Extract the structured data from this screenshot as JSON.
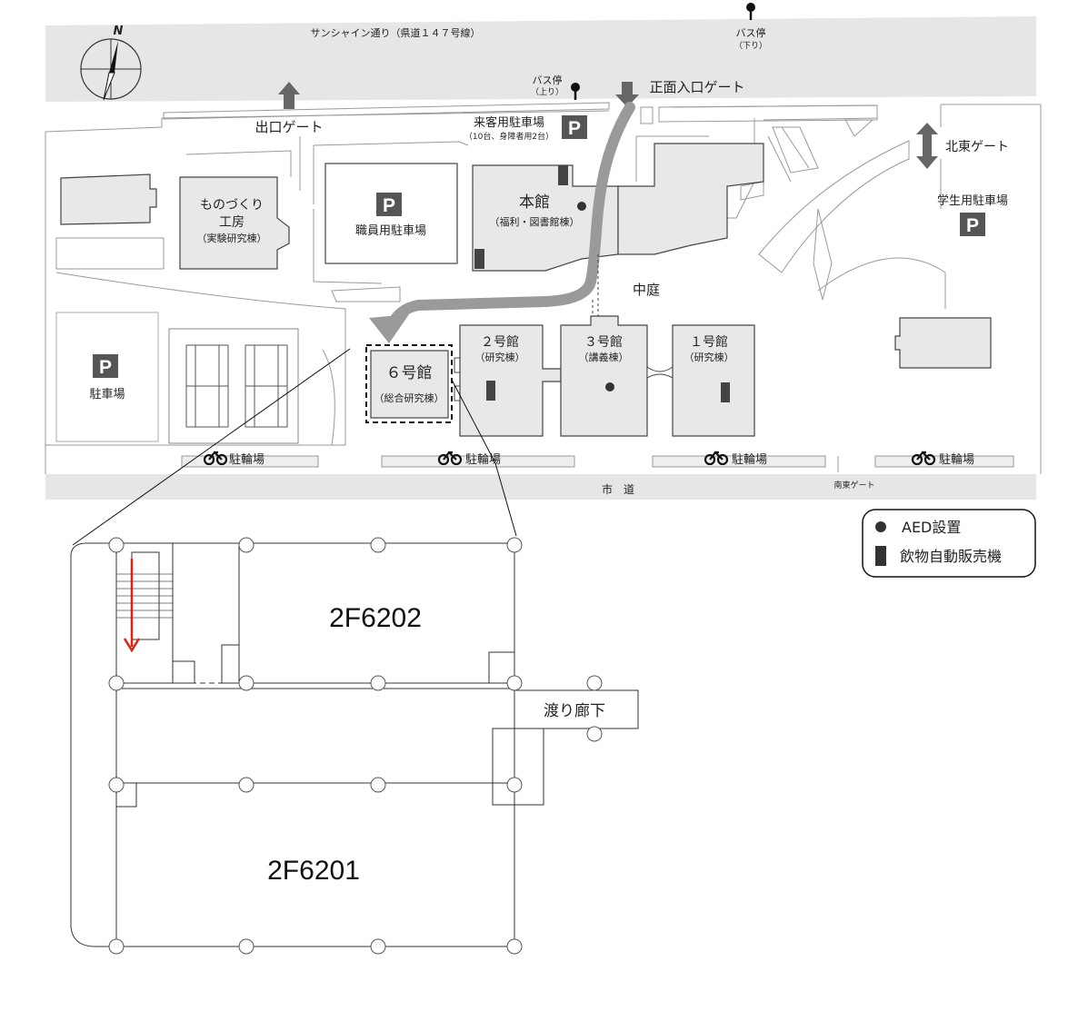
{
  "map": {
    "compass": "N",
    "roads": {
      "north": "サンシャイン通り（県道１４７号線）",
      "south": "市　道"
    },
    "bus_stops": {
      "down": {
        "label": "バス停",
        "sub": "（下り）"
      },
      "up": {
        "label": "バス停",
        "sub": "（上り）"
      }
    },
    "gates": {
      "main_entrance": "正面入口ゲート",
      "exit": "出口ゲート",
      "northeast": "北東ゲート",
      "southeast": "南東ゲート"
    },
    "parking": {
      "symbol": "P",
      "visitor": {
        "label": "来客用駐車場",
        "sub": "（10台、身障者用2台）"
      },
      "staff": "職員用駐車場",
      "student": "学生用駐車場",
      "general": "駐車場"
    },
    "buildings": {
      "main": {
        "name": "本館",
        "sub": "（福利・図書館棟）"
      },
      "workshop": {
        "line1": "ものづくり",
        "line2": "工房",
        "sub": "（実験研究棟）"
      },
      "b6": {
        "name": "６号館",
        "sub": "（総合研究棟）"
      },
      "b2": {
        "name": "２号館",
        "sub": "（研究棟）"
      },
      "b3": {
        "name": "３号館",
        "sub": "（講義棟）"
      },
      "b1": {
        "name": "１号館",
        "sub": "（研究棟）"
      }
    },
    "courtyard": "中庭",
    "bicycle_parking": "駐輪場",
    "legend": {
      "aed": "AED設置",
      "vending": "飲物自動販売機"
    }
  },
  "floor_plan": {
    "room_upper": "2F6202",
    "room_lower": "2F6201",
    "corridor": "渡り廊下"
  }
}
